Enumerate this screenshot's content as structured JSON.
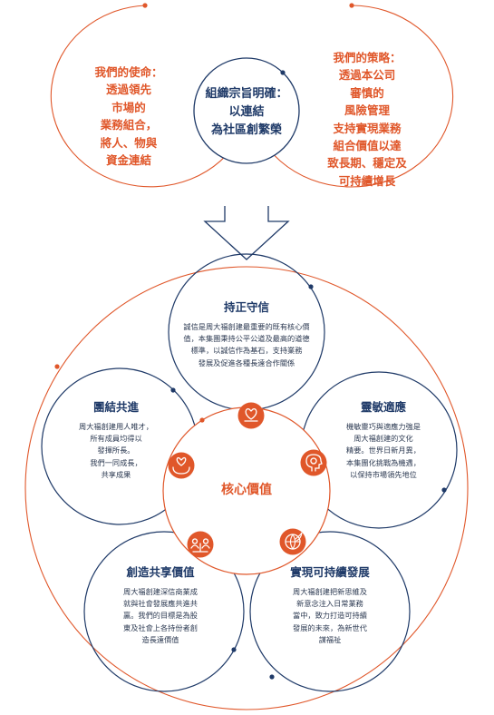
{
  "colors": {
    "orange": "#e0572a",
    "navy": "#1f3a68",
    "text": "#2c3a52",
    "white": "#ffffff"
  },
  "mission": {
    "title": "我們的使命：",
    "lines": [
      "透過領先",
      "市場的",
      "業務組合，",
      "將人、物與",
      "資金連結"
    ]
  },
  "purpose": {
    "lines": [
      "組織宗旨明確：",
      "以連結",
      "為社區創繁榮"
    ]
  },
  "strategy": {
    "title": "我們的策略：",
    "lines": [
      "透過本公司",
      "審慎的",
      "風險管理",
      "支持實現業務",
      "組合價值以達",
      "致長期、穩定及",
      "可持續增長"
    ]
  },
  "core": {
    "label": "核心價值"
  },
  "values": {
    "integrity": {
      "title": "持正守信",
      "lines": [
        "誠信是周大福創建最重要的既有核心價",
        "值，本集團秉持公平公道及最高的道德",
        "標準，以誠信作為基石，支持業務",
        "發展及促進各種長遠合作關係"
      ],
      "icon": "handshake-heart-icon"
    },
    "unity": {
      "title": "團結共進",
      "lines": [
        "周大福創建用人唯才，",
        "所有成員均得以",
        "發揮所長。",
        "我們一同成長，",
        "共享成果"
      ],
      "icon": "hands-heart-icon"
    },
    "agility": {
      "title": "靈敏適應",
      "lines": [
        "機敏靈巧與適應力強是",
        "周大福創建的文化",
        "精要。世界日新月異，",
        "本集團化挑戰為機遇，",
        "以保持市場領先地位"
      ],
      "icon": "head-gear-icon"
    },
    "shared_value": {
      "title": "創造共享價值",
      "lines": [
        "周大福創建深信商業成",
        "就與社會發展應共進共",
        "贏。我們的目標是為股",
        "東及社會上各持份者創",
        "造長遠價值"
      ],
      "icon": "people-network-icon"
    },
    "sustainable": {
      "title": "實現可持續發展",
      "lines": [
        "周大福創建把新思維及",
        "新意念注入日常業務",
        "當中，致力打造可持續",
        "發展的未來，為新世代",
        "謀福祉"
      ],
      "icon": "globe-leaf-icon"
    }
  }
}
